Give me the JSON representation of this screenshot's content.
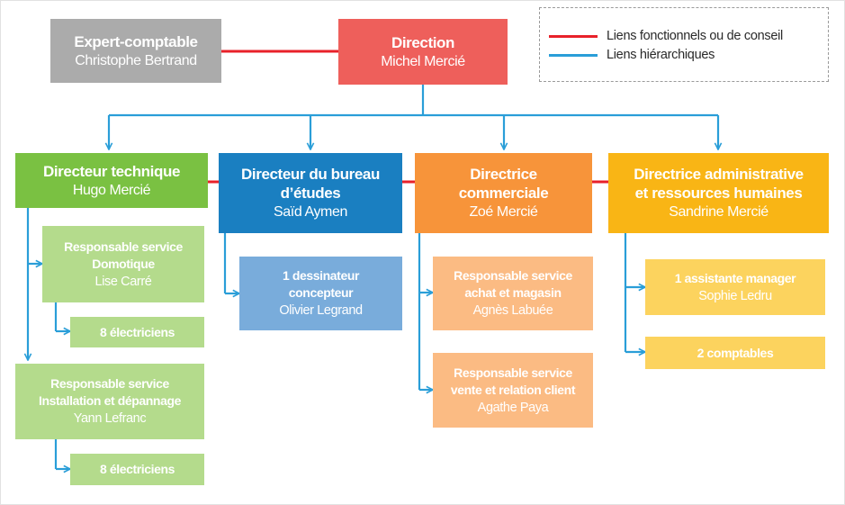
{
  "legend": {
    "functional": {
      "label": "Liens fonctionnels ou de conseil",
      "color": "#e8212a"
    },
    "hierarchical": {
      "label": "Liens hiérarchiques",
      "color": "#2a9ed8"
    }
  },
  "nodes": {
    "expert": {
      "title": "Expert-comptable",
      "name": "Christophe Bertrand",
      "color": "#ababab"
    },
    "direction": {
      "title": "Direction",
      "name": "Michel Mercié",
      "color": "#ee5f5b"
    },
    "dir_tech": {
      "title": "Directeur technique",
      "name": "Hugo Mercié",
      "color": "#7ac142"
    },
    "dir_etudes": {
      "title_l1": "Directeur du bureau",
      "title_l2": "d’études",
      "name": "Saïd Aymen",
      "color": "#1a7fc1"
    },
    "dir_comm": {
      "title_l1": "Directrice",
      "title_l2": "commerciale",
      "name": "Zoé Mercié",
      "color": "#f7943a"
    },
    "dir_admin": {
      "title_l1": "Directrice administrative",
      "title_l2": "et ressources humaines",
      "name": "Sandrine Mercié",
      "color": "#f9b515"
    },
    "resp_domotique": {
      "title_l1": "Responsable service",
      "title_l2": "Domotique",
      "name": "Lise Carré",
      "color": "#b4db8c"
    },
    "elec_1": {
      "title": "8 électriciens",
      "color": "#b4db8c"
    },
    "resp_install": {
      "title_l1": "Responsable service",
      "title_l2": "Installation et dépannage",
      "name": "Yann Lefranc",
      "color": "#b4db8c"
    },
    "elec_2": {
      "title": "8 électriciens",
      "color": "#b4db8c"
    },
    "dessinateur": {
      "title_l1": "1 dessinateur",
      "title_l2": "concepteur",
      "name": "Olivier Legrand",
      "color": "#79acdb"
    },
    "resp_achat": {
      "title_l1": "Responsable service",
      "title_l2": "achat et magasin",
      "name": "Agnès Labuée",
      "color": "#fbbb83"
    },
    "resp_vente": {
      "title_l1": "Responsable service",
      "title_l2": "vente et relation client",
      "name": "Agathe Paya",
      "color": "#fbbb83"
    },
    "assistante": {
      "title": "1 assistante manager",
      "name": "Sophie Ledru",
      "color": "#fcd35e"
    },
    "comptables": {
      "title": "2 comptables",
      "color": "#fcd35e"
    }
  }
}
